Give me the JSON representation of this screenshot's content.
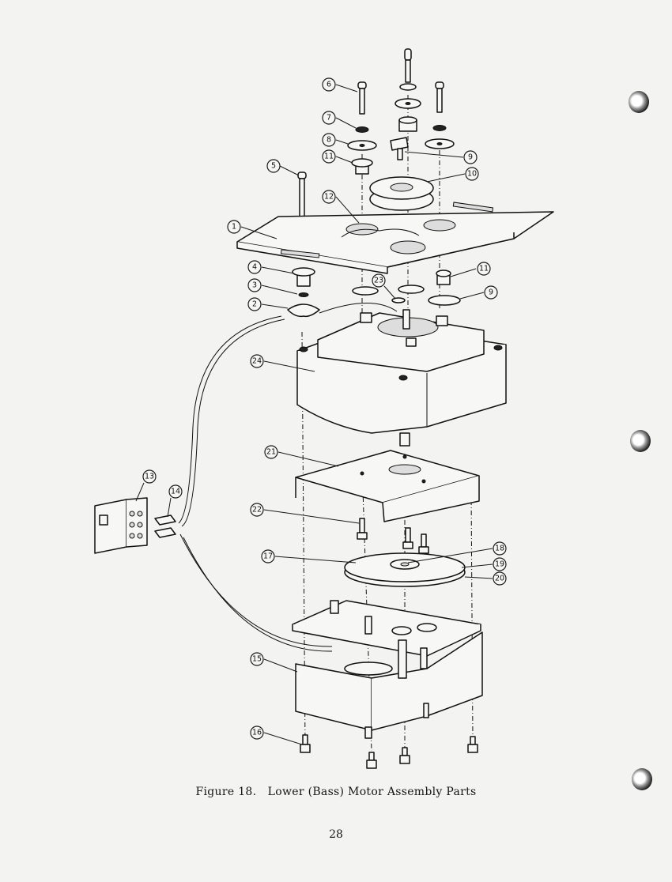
{
  "caption": {
    "figure_label": "Figure 18.",
    "title": "Lower (Bass) Motor Assembly Parts"
  },
  "page_number": "28",
  "callouts": [
    "1",
    "2",
    "3",
    "4",
    "5",
    "6",
    "7",
    "8",
    "9",
    "10",
    "11",
    "12",
    "13",
    "14",
    "15",
    "16",
    "17",
    "18",
    "19",
    "20",
    "21",
    "22",
    "23",
    "24"
  ]
}
